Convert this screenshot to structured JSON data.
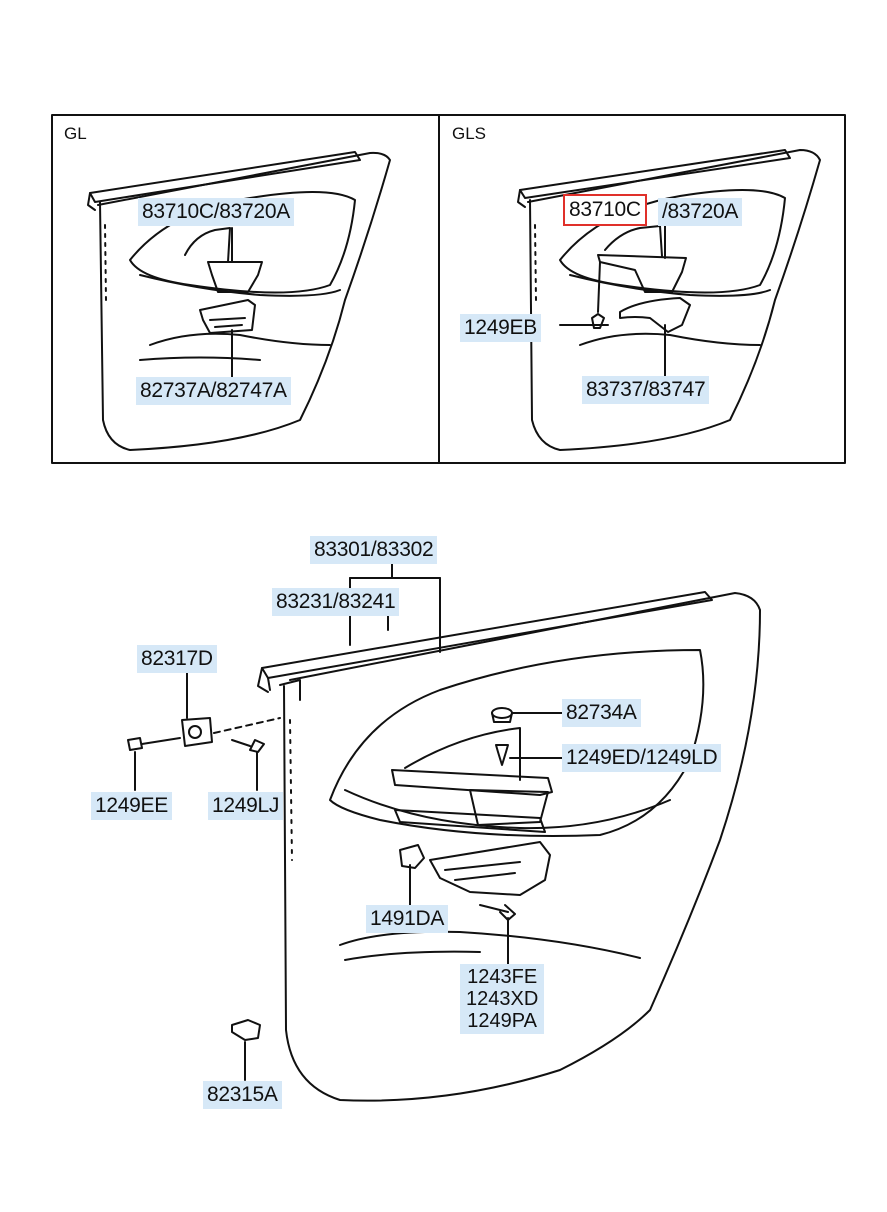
{
  "sections": {
    "left": "GL",
    "right": "GLS"
  },
  "gl": {
    "handle_label": "83710C/83720A",
    "pull_label": "82737A/82747A"
  },
  "gls": {
    "handle_a": "83710C",
    "handle_b": "/83720A",
    "screw_label": "1249EB",
    "pull_label": "83737/83747"
  },
  "main": {
    "trim_label": "83301/83302",
    "weatherstrip_label": "83231/83241",
    "bracket_label": "82317D",
    "screw_left": "1249EE",
    "screw_right": "1249LJ",
    "cap_label": "82734A",
    "handle_screw_label": "1249ED/1249LD",
    "clip_label": "1491DA",
    "bolt_labels": [
      "1243FE",
      "1243XD",
      "1249PA"
    ],
    "fastener_label": "82315A"
  },
  "colors": {
    "label_bg": "#d6e8f7",
    "highlight": "#e0302a",
    "line": "#111111"
  }
}
